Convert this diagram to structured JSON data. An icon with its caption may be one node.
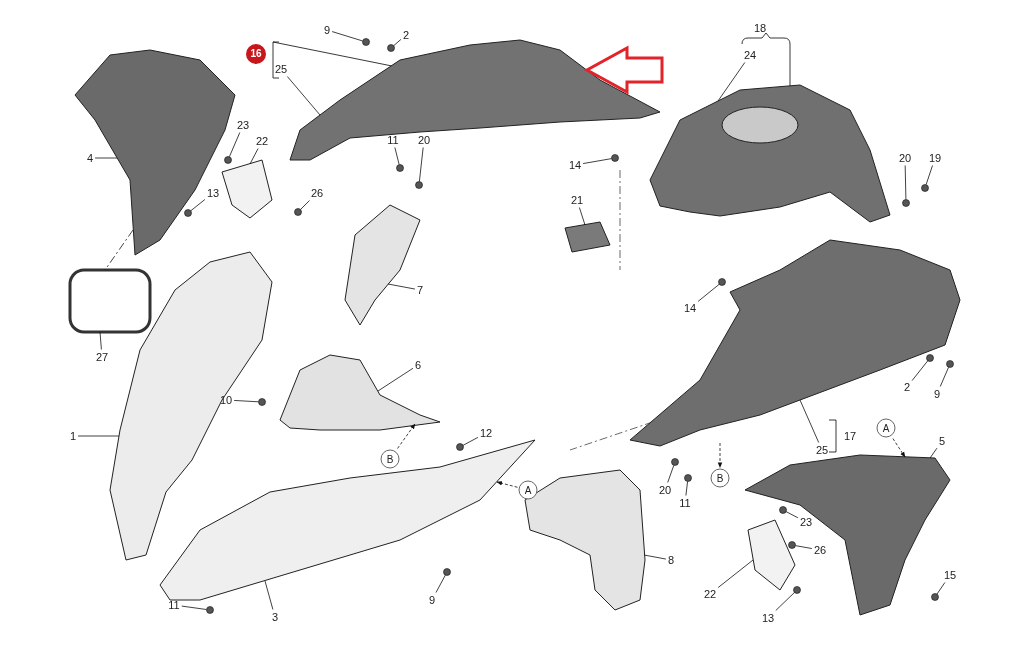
{
  "diagram": {
    "nodes": [
      {
        "text": [
          "16"
        ]
      },
      {
        "text": [
          "9"
        ]
      },
      {
        "text": [
          "2"
        ]
      },
      {
        "text": [
          "18"
        ]
      },
      {
        "text": [
          "24"
        ]
      },
      {
        "text": [
          "25"
        ]
      },
      {
        "text": [
          "4"
        ]
      },
      {
        "text": [
          "23"
        ]
      },
      {
        "text": [
          "22"
        ]
      },
      {
        "text": [
          "11"
        ]
      },
      {
        "text": [
          "20"
        ]
      },
      {
        "text": [
          "14"
        ]
      },
      {
        "text": [
          "20"
        ]
      },
      {
        "text": [
          "19"
        ]
      },
      {
        "text": [
          "13"
        ]
      },
      {
        "text": [
          "26"
        ]
      },
      {
        "text": [
          "21"
        ]
      },
      {
        "text": [
          "7"
        ]
      },
      {
        "text": [
          "14"
        ]
      },
      {
        "text": [
          "27"
        ]
      },
      {
        "text": [
          "6"
        ]
      },
      {
        "text": [
          "2"
        ]
      },
      {
        "text": [
          "9"
        ]
      },
      {
        "text": [
          "10"
        ]
      },
      {
        "text": [
          "A"
        ]
      },
      {
        "text": [
          "12"
        ]
      },
      {
        "text": [
          "17"
        ]
      },
      {
        "text": [
          "1"
        ]
      },
      {
        "text": [
          "5"
        ]
      },
      {
        "text": [
          "25"
        ]
      },
      {
        "text": [
          "B"
        ]
      },
      {
        "text": [
          "B"
        ]
      },
      {
        "text": [
          "A"
        ]
      },
      {
        "text": [
          "20"
        ]
      },
      {
        "text": [
          "11"
        ]
      },
      {
        "text": [
          "23"
        ]
      },
      {
        "text": [
          "26"
        ]
      },
      {
        "text": [
          "8"
        ]
      },
      {
        "text": [
          "15"
        ]
      },
      {
        "text": [
          "22"
        ]
      },
      {
        "text": [
          "9"
        ]
      },
      {
        "text": [
          "11"
        ]
      },
      {
        "text": [
          "3"
        ]
      },
      {
        "text": [
          "13"
        ]
      },
      {
        "text": [],
        "shape": "picture"
      },
      {
        "text": [],
        "shape": "picture"
      },
      {
        "text": [],
        "shape": "picture"
      },
      {
        "text": [],
        "shape": "picture"
      },
      {
        "text": [],
        "shape": "picture"
      },
      {
        "text": [],
        "shape": "picture"
      },
      {
        "text": [],
        "shape": "picture"
      },
      {
        "text": [],
        "shape": "picture"
      },
      {
        "text": [],
        "shape": "picture"
      },
      {
        "text": [],
        "shape": "picture"
      },
      {
        "text": [],
        "shape": "picture"
      },
      {
        "text": [],
        "shape": "picture"
      },
      {
        "text": [],
        "shape": "picture"
      },
      {
        "text": [],
        "shape": "box"
      },
      {
        "text": [],
        "shape": "circle"
      },
      {
        "text": [],
        "shape": "circle"
      },
      {
        "text": [],
        "shape": "circle"
      },
      {
        "text": [],
        "shape": "circle"
      },
      {
        "text": [],
        "shape": "circle"
      },
      {
        "text": [],
        "shape": "circle"
      },
      {
        "text": [],
        "shape": "circle"
      },
      {
        "text": [],
        "shape": "circle"
      },
      {
        "text": [],
        "shape": "circle"
      },
      {
        "text": [],
        "shape": "circle"
      },
      {
        "text": [],
        "shape": "circle"
      },
      {
        "text": [],
        "shape": "circle"
      },
      {
        "text": [],
        "shape": "circle"
      },
      {
        "text": [],
        "shape": "circle"
      },
      {
        "text": [],
        "shape": "circle"
      },
      {
        "text": [],
        "shape": "circle"
      },
      {
        "text": [],
        "shape": "circle"
      },
      {
        "text": [],
        "shape": "circle"
      },
      {
        "text": [],
        "shape": "circle"
      },
      {
        "text": [],
        "shape": "circle"
      },
      {
        "text": [],
        "shape": "circle"
      },
      {
        "text": [],
        "shape": "circle"
      },
      {
        "text": [],
        "shape": "circle"
      }
    ],
    "edges": [
      {
        "from": 1,
        "to": 58,
        "arrow": "none"
      },
      {
        "from": 2,
        "to": 59,
        "arrow": "none"
      },
      {
        "from": 4,
        "to": 46,
        "arrow": "none"
      },
      {
        "from": 5,
        "to": 44,
        "arrow": "none"
      },
      {
        "from": 6,
        "to": 45,
        "arrow": "none"
      },
      {
        "from": 7,
        "to": 60,
        "arrow": "none"
      },
      {
        "from": 8,
        "to": 54,
        "arrow": "none"
      },
      {
        "from": 9,
        "to": 61,
        "arrow": "none"
      },
      {
        "from": 10,
        "to": 62,
        "arrow": "none"
      },
      {
        "from": 11,
        "to": 63,
        "arrow": "none"
      },
      {
        "from": 12,
        "to": 64,
        "arrow": "none"
      },
      {
        "from": 13,
        "to": 65,
        "arrow": "none"
      },
      {
        "from": 14,
        "to": 66,
        "arrow": "none"
      },
      {
        "from": 15,
        "to": 67,
        "arrow": "none"
      },
      {
        "from": 16,
        "to": 56,
        "arrow": "none"
      },
      {
        "from": 17,
        "to": 51,
        "arrow": "none"
      },
      {
        "from": 18,
        "to": 68,
        "arrow": "none"
      },
      {
        "from": 19,
        "to": 57,
        "arrow": "none"
      },
      {
        "from": 20,
        "to": 52,
        "arrow": "none"
      },
      {
        "from": 21,
        "to": 69,
        "arrow": "none"
      },
      {
        "from": 22,
        "to": 70,
        "arrow": "none"
      },
      {
        "from": 23,
        "to": 71,
        "arrow": "none"
      },
      {
        "from": 24,
        "to": 48,
        "arrow": "to",
        "style": "dashed"
      },
      {
        "from": 25,
        "to": 72,
        "arrow": "none"
      },
      {
        "from": 27,
        "to": 49,
        "arrow": "none"
      },
      {
        "from": 28,
        "to": 48,
        "arrow": "none"
      },
      {
        "from": 29,
        "to": 47,
        "arrow": "none"
      },
      {
        "from": 30,
        "to": 52,
        "arrow": "to",
        "style": "dashed"
      },
      {
        "from": null,
        "to": 31,
        "arrow": "to",
        "style": "dashed"
      },
      {
        "from": 32,
        "to": 50,
        "arrow": "to",
        "style": "dashed"
      },
      {
        "from": 33,
        "to": 73,
        "arrow": "none"
      },
      {
        "from": 34,
        "to": 74,
        "arrow": "none"
      },
      {
        "from": 35,
        "to": 75,
        "arrow": "none"
      },
      {
        "from": 36,
        "to": 76,
        "arrow": "none"
      },
      {
        "from": 37,
        "to": 53,
        "arrow": "none"
      },
      {
        "from": 38,
        "to": 77,
        "arrow": "none"
      },
      {
        "from": 39,
        "to": 55,
        "arrow": "none"
      },
      {
        "from": 40,
        "to": 78,
        "arrow": "none"
      },
      {
        "from": 41,
        "to": 79,
        "arrow": "none"
      },
      {
        "from": 42,
        "to": 50,
        "arrow": "none"
      },
      {
        "from": 43,
        "to": 80,
        "arrow": "none"
      },
      {
        "from": 45,
        "to": 57,
        "arrow": "none",
        "style": "dashed"
      },
      {
        "from": null,
        "to": 44,
        "arrow": "to",
        "style": "thick",
        "color": "#e3232a"
      }
    ]
  }
}
